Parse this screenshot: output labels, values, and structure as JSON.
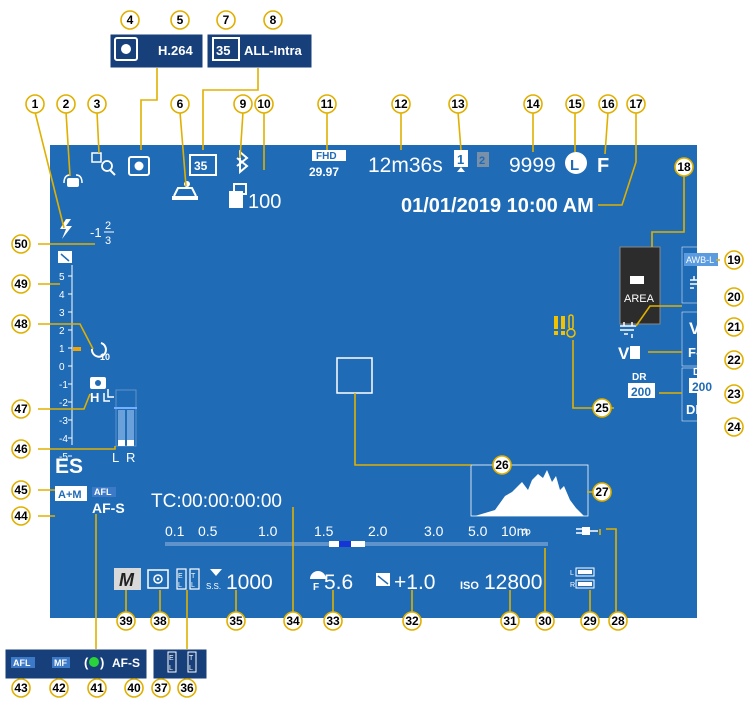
{
  "colors": {
    "screen": "#1f6bb5",
    "callout_fill": "#ffffff",
    "callout_ring": "#e0b000",
    "leader": "#e0b000",
    "text": "#ffffff",
    "warning_yellow": "#f2c100",
    "box_navy": "#173f7a"
  },
  "shooting_time": "12m36s",
  "card_slot_active": "1",
  "card_slot_inactive": "2",
  "frames_remaining": "9999",
  "image_size": "L",
  "image_quality": "F",
  "date_time": "01/01/2019 10:00 AM",
  "video_format_top": "FHD",
  "video_frame_rate": "29.97",
  "transfer_count": "100",
  "film_badge": "35",
  "flash_comp_whole": "-1",
  "flash_comp_num": "2",
  "flash_comp_den": "3",
  "exposure_scale": [
    "5",
    "4",
    "3",
    "2",
    "1",
    "0",
    "-1",
    "-2",
    "-3",
    "-4",
    "-5"
  ],
  "level_meter_labels": {
    "left": "L",
    "right": "R"
  },
  "shutter_type": "ES",
  "focus_mode_indicator": "A+M",
  "afl_indicator": "AFL",
  "focus_mode": "AF-S",
  "timecode": "TC:00:00:00:00",
  "distance_scale": [
    "0.1",
    "0.5",
    "1.0",
    "1.5",
    "2.0",
    "3.0",
    "5.0",
    "10m",
    "∞"
  ],
  "shooting_mode": "M",
  "shutter_speed_label": "S.S.",
  "shutter_speed": "1000",
  "aperture": "5.6",
  "exposure_comp": "+1.0",
  "iso_label": "ISO",
  "iso": "12800",
  "af_area_label": "AREA",
  "awb_lock": "AWB-L",
  "film_sim_log": "F-Log",
  "dr_label": "DR",
  "dr_value": "200",
  "dr_priority": "DR-P",
  "self_timer_sub": "10",
  "drive_mode_label": "H",
  "box_top_left": {
    "label_a": "H.264"
  },
  "box_top_right": {
    "badge": "35",
    "label": "ALL-Intra"
  },
  "box_bottom_left": {
    "afl": "AFL",
    "mf": "MF",
    "afs": "AF-S"
  },
  "box_bottom_small": {
    "e": "E L",
    "t": "T L"
  },
  "callouts": [
    "1",
    "2",
    "3",
    "4",
    "5",
    "6",
    "7",
    "8",
    "9",
    "10",
    "11",
    "12",
    "13",
    "14",
    "15",
    "16",
    "17",
    "18",
    "19",
    "20",
    "21",
    "22",
    "23",
    "24",
    "25",
    "26",
    "27",
    "28",
    "29",
    "30",
    "31",
    "32",
    "33",
    "34",
    "35",
    "36",
    "37",
    "38",
    "39",
    "40",
    "41",
    "42",
    "43",
    "44",
    "45",
    "46",
    "47",
    "48",
    "49",
    "50"
  ]
}
